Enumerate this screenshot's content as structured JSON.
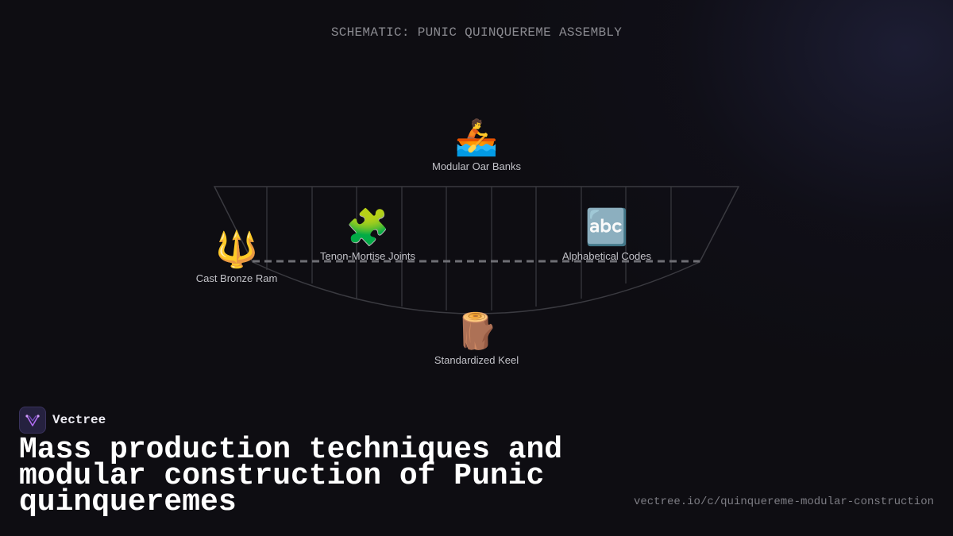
{
  "diagram": {
    "title": "SCHEMATIC: PUNIC QUINQUEREME ASSEMBLY",
    "nodes": [
      {
        "id": "oar",
        "label": "Modular Oar Banks",
        "icon": "rowboat-icon",
        "glyph": "🚣"
      },
      {
        "id": "tenon",
        "label": "Tenon-Mortise Joints",
        "icon": "puzzle-piece-icon",
        "glyph": "🧩"
      },
      {
        "id": "codes",
        "label": "Alphabetical Codes",
        "icon": "abc-letters-icon",
        "glyph": "🔤"
      },
      {
        "id": "ram",
        "label": "Cast Bronze Ram",
        "icon": "trident-icon",
        "glyph": "🔱"
      },
      {
        "id": "keel",
        "label": "Standardized Keel",
        "icon": "wood-log-icon",
        "glyph": "🪵"
      }
    ]
  },
  "brand": {
    "name": "Vectree",
    "logo_icon": "vectree-logo-icon"
  },
  "headline": "Mass production techniques and modular construction of Punic quinqueremes",
  "url": "vectree.io/c/quinquereme-modular-construction",
  "colors": {
    "background": "#0e0d12",
    "hull_stroke": "#3a3a40",
    "waterline": "#6e6e74",
    "logo_accent": "#b06cf0"
  }
}
